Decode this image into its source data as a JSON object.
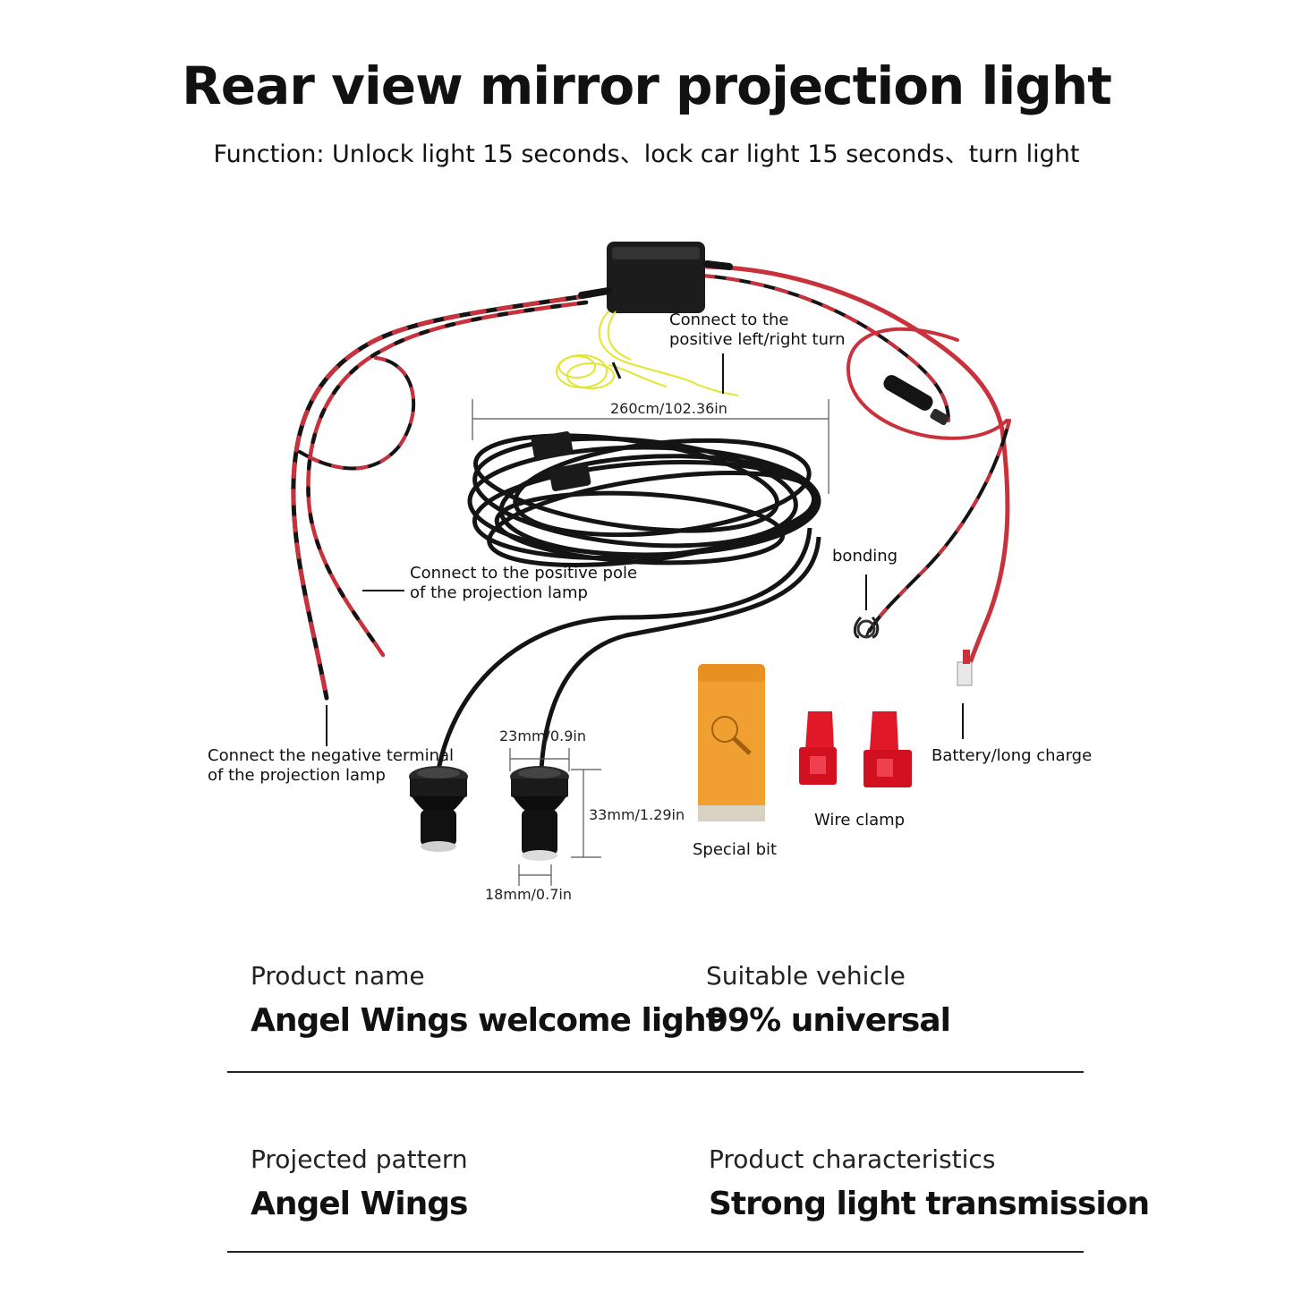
{
  "title": "Rear view mirror projection light",
  "subtitle": "Function: Unlock light 15 seconds、lock car light 15 seconds、turn light",
  "diagram": {
    "labels": {
      "turn_line1": "Connect to the",
      "turn_line2": "positive left/right turn",
      "length": "260cm/102.36in",
      "bonding": "bonding",
      "positive_line1": "Connect to the positive pole",
      "positive_line2": "of the projection lamp",
      "negative_line1": "Connect the negative terminal",
      "negative_line2": "of the projection lamp",
      "width_top": "23mm/0.9in",
      "height": "33mm/1.29in",
      "width_bottom": "18mm/0.7in",
      "special_bit": "Special bit",
      "wire_clamp": "Wire clamp",
      "battery": "Battery/long charge"
    }
  },
  "specs": [
    {
      "label": "Product name",
      "value": "Angel Wings welcome light"
    },
    {
      "label": "Suitable vehicle",
      "value": "99% universal"
    },
    {
      "label": "Projected pattern",
      "value": "Angel Wings"
    },
    {
      "label": "Product characteristics",
      "value": "Strong light transmission"
    }
  ],
  "colors": {
    "wire_black": "#141414",
    "wire_red": "#c8323c",
    "wire_yellow": "#e2e632",
    "bit_box": "#f0a030",
    "clamp": "#e01828"
  }
}
